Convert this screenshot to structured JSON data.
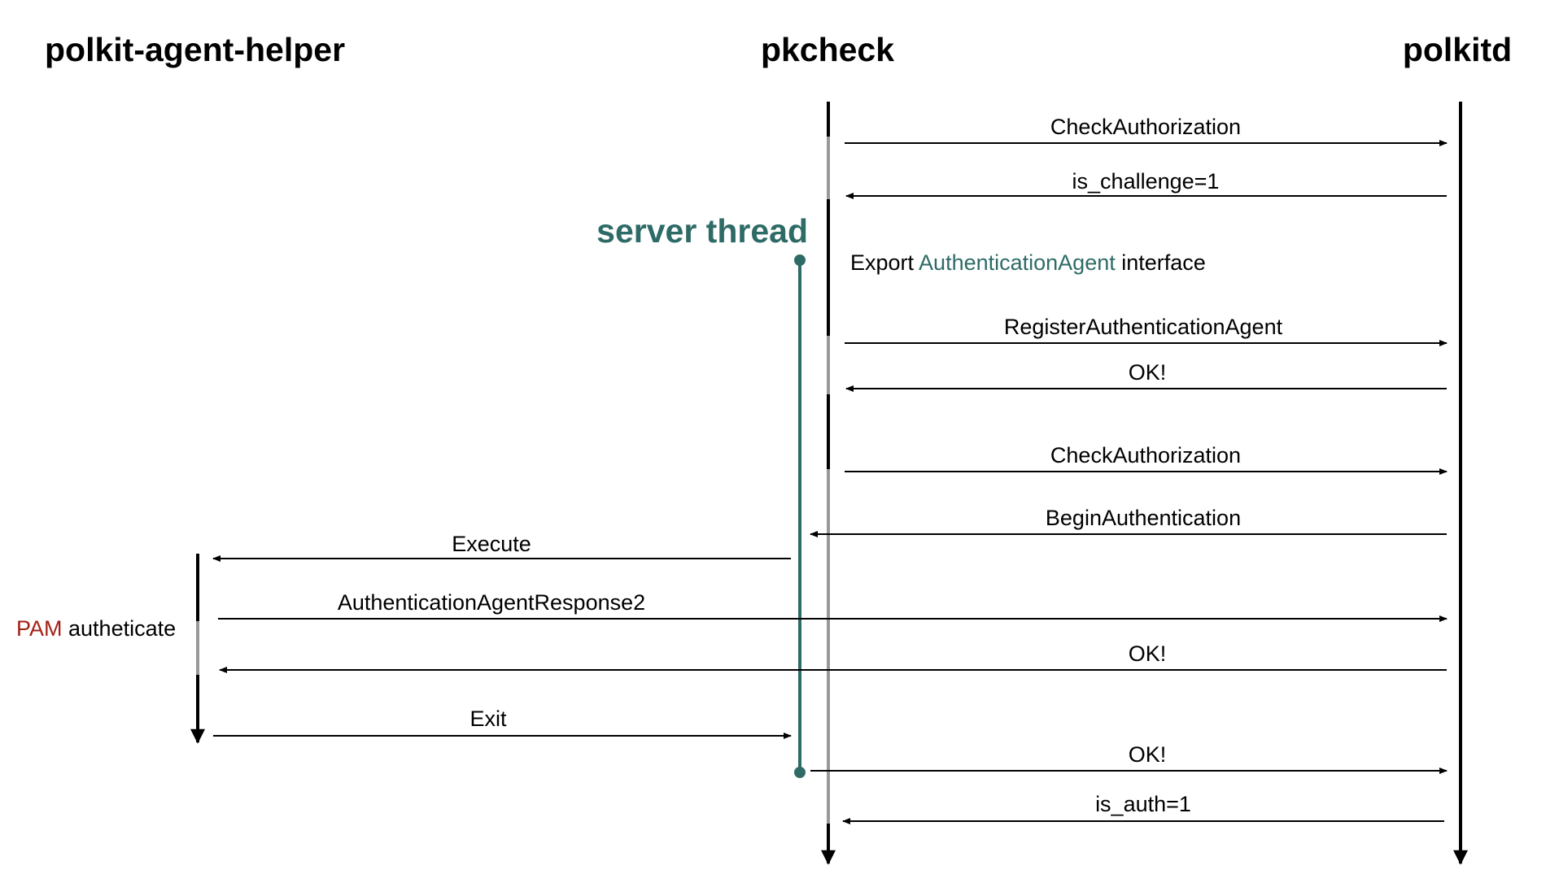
{
  "participants": {
    "helper": "polkit-agent-helper",
    "pkcheck": "pkcheck",
    "polkitd": "polkitd"
  },
  "server_thread": "server thread",
  "messages": {
    "m1": "CheckAuthorization",
    "m2": "is_challenge=1",
    "m4": "RegisterAuthenticationAgent",
    "m5": "OK!",
    "m6": "CheckAuthorization",
    "m7": "BeginAuthentication",
    "m8": "Execute",
    "m9": "AuthenticationAgentResponse2",
    "m10": "OK!",
    "m11": "Exit",
    "m12": "OK!",
    "m13": "is_auth=1"
  },
  "export_note": {
    "prefix": "Export ",
    "highlight": "AuthenticationAgent",
    "suffix": " interface"
  },
  "pam_note": {
    "highlight": "PAM",
    "suffix": " autheticate"
  },
  "colors": {
    "thread": "#2e6b66",
    "pam": "#a32116",
    "gray_segment": "#999999"
  }
}
